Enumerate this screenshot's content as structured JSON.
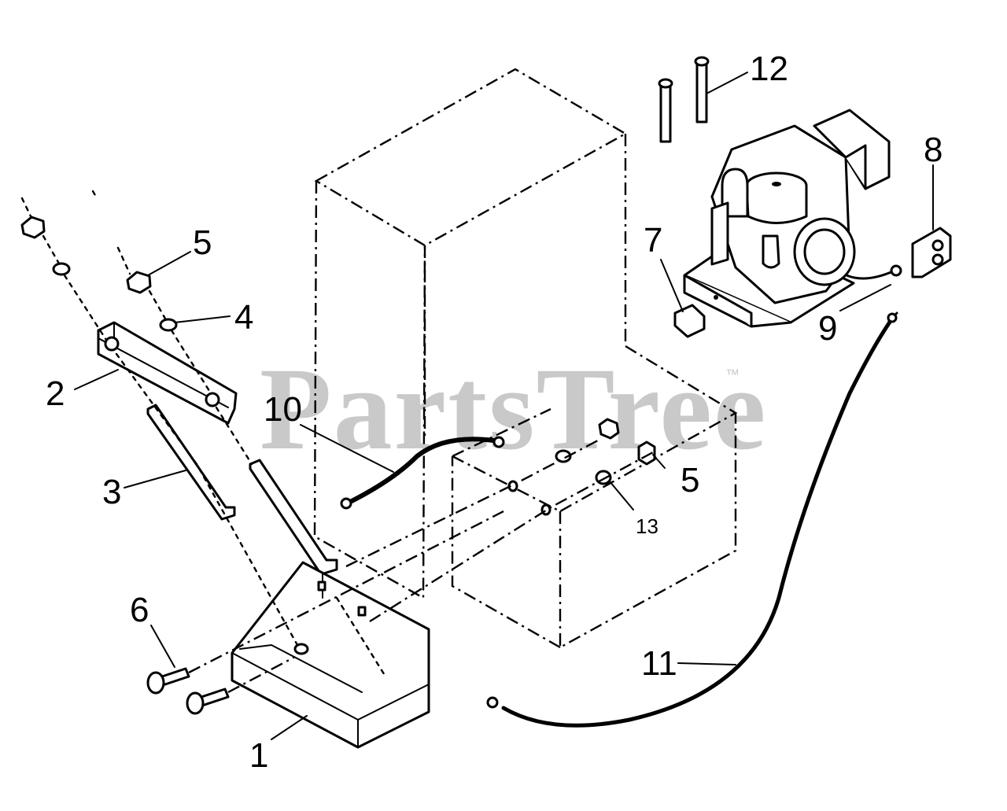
{
  "watermark": {
    "text": "PartsTree",
    "trademark": "™"
  },
  "callouts": [
    {
      "id": "c1",
      "label": "1"
    },
    {
      "id": "c2",
      "label": "2"
    },
    {
      "id": "c3",
      "label": "3"
    },
    {
      "id": "c4",
      "label": "4"
    },
    {
      "id": "c5a",
      "label": "5"
    },
    {
      "id": "c5b",
      "label": "5"
    },
    {
      "id": "c6",
      "label": "6"
    },
    {
      "id": "c7",
      "label": "7"
    },
    {
      "id": "c8",
      "label": "8"
    },
    {
      "id": "c9",
      "label": "9"
    },
    {
      "id": "c10",
      "label": "10"
    },
    {
      "id": "c11",
      "label": "11"
    },
    {
      "id": "c12",
      "label": "12"
    },
    {
      "id": "c13",
      "label": "13"
    }
  ]
}
